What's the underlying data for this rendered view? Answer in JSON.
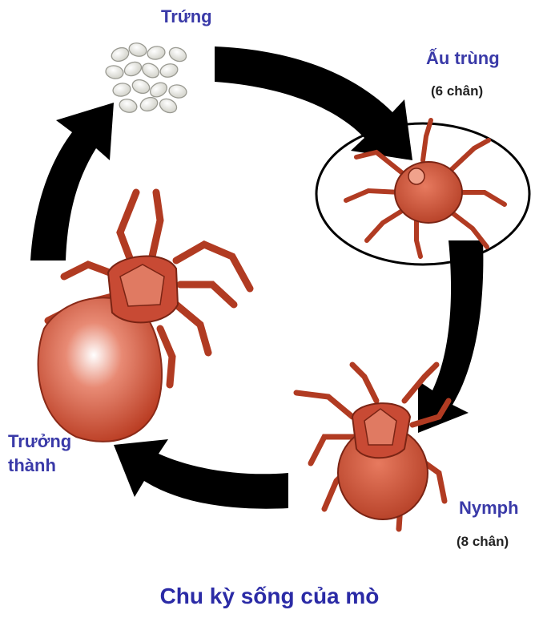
{
  "stages": {
    "egg": {
      "label": "Trứng"
    },
    "larva": {
      "label": "Ấu trùng",
      "legs": "(6 chân)"
    },
    "nymph": {
      "label": "Nymph",
      "legs": "(8 chân)"
    },
    "adult": {
      "label_line1": "Trưởng",
      "label_line2": "thành"
    }
  },
  "caption": "Chu kỳ sống của mò",
  "colors": {
    "arrow": "#000000",
    "label": "#3a3aa8",
    "mite_body": "#c84a34",
    "mite_dark": "#8a2a18",
    "egg": "#e9e9e4"
  }
}
